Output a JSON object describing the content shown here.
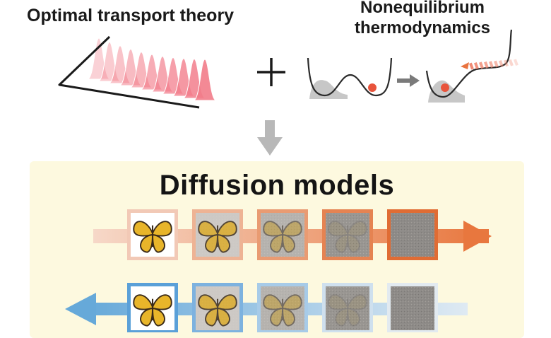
{
  "header": {
    "optimal_transport_label": "Optimal transport theory",
    "nonequilibrium_label_line1": "Nonequilibrium",
    "nonequilibrium_label_line2": "thermodynamics"
  },
  "main": {
    "title": "Diffusion models"
  },
  "colors": {
    "forward_arrow": "#e8773e",
    "reverse_arrow": "#66a9d9",
    "distribution_pink": "#f27c8a",
    "down_arrow": "#b8b8b8",
    "panel_bg": "#fdf9df"
  },
  "forward_frames": [
    {
      "stage": "clean",
      "border": "#f2c9b6"
    },
    {
      "stage": "light-noise",
      "border": "#eeb394"
    },
    {
      "stage": "medium-noise",
      "border": "#e99b72"
    },
    {
      "stage": "heavy-noise",
      "border": "#e58352"
    },
    {
      "stage": "pure-noise",
      "border": "#e06c34"
    }
  ],
  "reverse_frames": [
    {
      "stage": "clean",
      "border": "#5aa0d8"
    },
    {
      "stage": "light-noise",
      "border": "#7db2df"
    },
    {
      "stage": "medium-noise",
      "border": "#a7cbe8"
    },
    {
      "stage": "heavy-noise",
      "border": "#cfe0ee"
    },
    {
      "stage": "pure-noise",
      "border": "#e2eaf0"
    }
  ]
}
